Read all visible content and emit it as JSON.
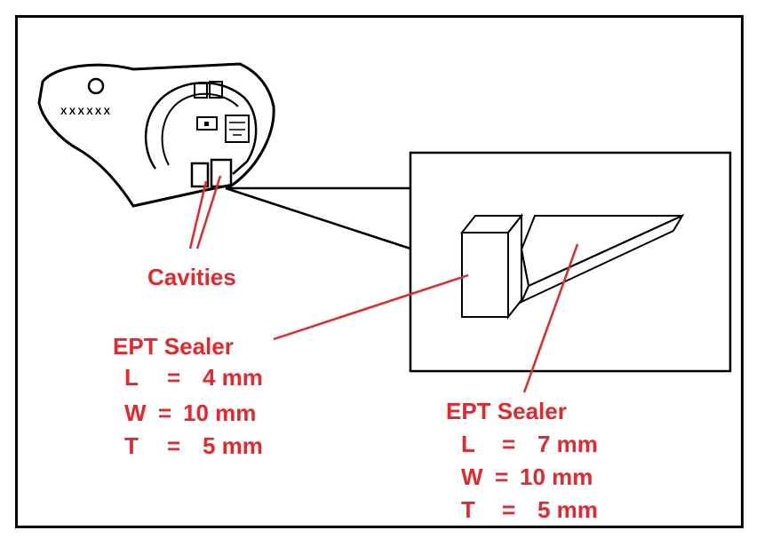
{
  "colors": {
    "label": "#e8262b",
    "line": "#000000",
    "leader": "#e8262b"
  },
  "part_marking": "XXXXXX",
  "cavities_label": "Cavities",
  "sealer_small": {
    "title": "EPT Sealer",
    "rows": [
      {
        "key": "L",
        "eq": "=",
        "val": "4 mm"
      },
      {
        "key": "W",
        "eq": "=",
        "val": "10 mm"
      },
      {
        "key": "T",
        "eq": "=",
        "val": "5 mm"
      }
    ]
  },
  "sealer_large": {
    "title": "EPT Sealer",
    "rows": [
      {
        "key": "L",
        "eq": "=",
        "val": "7 mm"
      },
      {
        "key": "W",
        "eq": "=",
        "val": "10 mm"
      },
      {
        "key": "T",
        "eq": "=",
        "val": "5 mm"
      }
    ]
  }
}
